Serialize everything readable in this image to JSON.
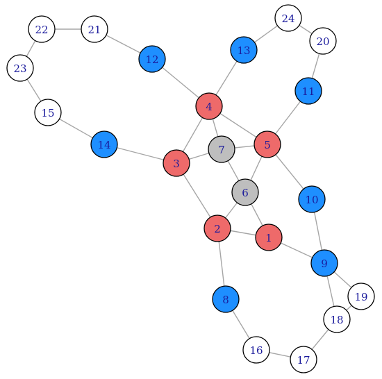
{
  "graph": {
    "colors": {
      "red": "#ee6a6a",
      "blue": "#1e8fff",
      "gray": "#bebebe",
      "white": "#ffffff",
      "label": "#1a1a9c"
    },
    "nodes": [
      {
        "id": "1",
        "color": "red"
      },
      {
        "id": "2",
        "color": "red"
      },
      {
        "id": "3",
        "color": "red"
      },
      {
        "id": "4",
        "color": "red"
      },
      {
        "id": "5",
        "color": "red"
      },
      {
        "id": "6",
        "color": "gray"
      },
      {
        "id": "7",
        "color": "gray"
      },
      {
        "id": "8",
        "color": "blue"
      },
      {
        "id": "9",
        "color": "blue"
      },
      {
        "id": "10",
        "color": "blue"
      },
      {
        "id": "11",
        "color": "blue"
      },
      {
        "id": "12",
        "color": "blue"
      },
      {
        "id": "13",
        "color": "blue"
      },
      {
        "id": "14",
        "color": "blue"
      },
      {
        "id": "15",
        "color": "white"
      },
      {
        "id": "16",
        "color": "white"
      },
      {
        "id": "17",
        "color": "white"
      },
      {
        "id": "18",
        "color": "white"
      },
      {
        "id": "19",
        "color": "white"
      },
      {
        "id": "20",
        "color": "white"
      },
      {
        "id": "21",
        "color": "white"
      },
      {
        "id": "22",
        "color": "white"
      },
      {
        "id": "23",
        "color": "white"
      },
      {
        "id": "24",
        "color": "white"
      }
    ],
    "edges": [
      [
        "4",
        "3"
      ],
      [
        "4",
        "7"
      ],
      [
        "4",
        "5"
      ],
      [
        "4",
        "12"
      ],
      [
        "4",
        "13"
      ],
      [
        "3",
        "7"
      ],
      [
        "3",
        "14"
      ],
      [
        "3",
        "2"
      ],
      [
        "7",
        "5"
      ],
      [
        "7",
        "6"
      ],
      [
        "5",
        "6"
      ],
      [
        "5",
        "11"
      ],
      [
        "5",
        "10"
      ],
      [
        "6",
        "2"
      ],
      [
        "6",
        "1"
      ],
      [
        "2",
        "1"
      ],
      [
        "2",
        "8"
      ],
      [
        "1",
        "9"
      ],
      [
        "10",
        "9"
      ],
      [
        "9",
        "19"
      ],
      [
        "9",
        "18"
      ],
      [
        "19",
        "18"
      ],
      [
        "18",
        "17"
      ],
      [
        "17",
        "16"
      ],
      [
        "16",
        "8"
      ],
      [
        "14",
        "15"
      ],
      [
        "15",
        "23"
      ],
      [
        "23",
        "22"
      ],
      [
        "22",
        "21"
      ],
      [
        "21",
        "12"
      ],
      [
        "13",
        "24"
      ],
      [
        "24",
        "20"
      ],
      [
        "20",
        "11"
      ]
    ]
  }
}
